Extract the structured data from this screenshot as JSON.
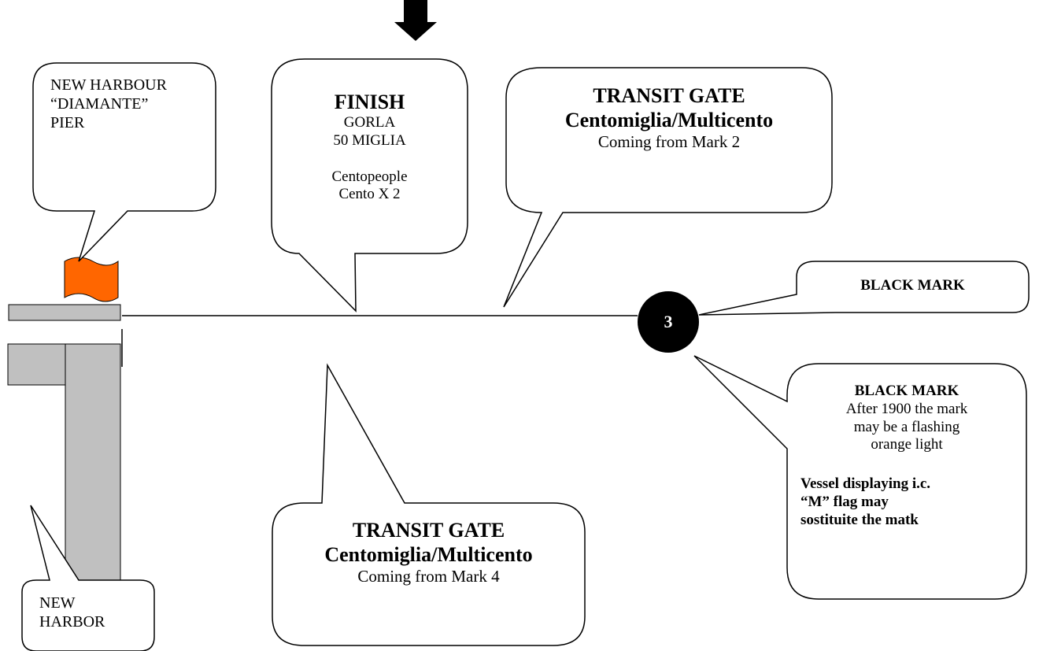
{
  "colors": {
    "flag": "#ff6600",
    "pier": "#c0c0c0",
    "mark": "#000000",
    "line": "#000000"
  },
  "icons": {
    "direction_arrow": "arrow-down-icon",
    "pier_flag": "flag-icon"
  },
  "callouts": {
    "new_harbour_pier": {
      "line1": "NEW HARBOUR",
      "line2": "“DIAMANTE”",
      "line3": "PIER"
    },
    "finish": {
      "title": "FINISH",
      "line1": "GORLA",
      "line2": "50 MIGLIA",
      "line3": "Centopeople",
      "line4": "Cento X 2"
    },
    "transit_gate_top": {
      "title": "TRANSIT GATE",
      "subtitle": "Centomiglia/Multicento",
      "note": "Coming from Mark 2"
    },
    "black_mark_top": {
      "label": "BLACK MARK"
    },
    "black_mark_detail": {
      "title": "BLACK MARK",
      "line1": "After 1900 the mark",
      "line2": "may be a flashing",
      "line3": "orange  light",
      "bold1": "Vessel displaying i.c.",
      "bold2": "“M” flag may",
      "bold3": "sostituite the matk"
    },
    "transit_gate_bottom": {
      "title": "TRANSIT GATE",
      "subtitle": "Centomiglia/Multicento",
      "note": "Coming from Mark 4"
    },
    "new_harbor": {
      "line1": "NEW",
      "line2": "HARBOR"
    }
  },
  "mark": {
    "number": "3"
  }
}
